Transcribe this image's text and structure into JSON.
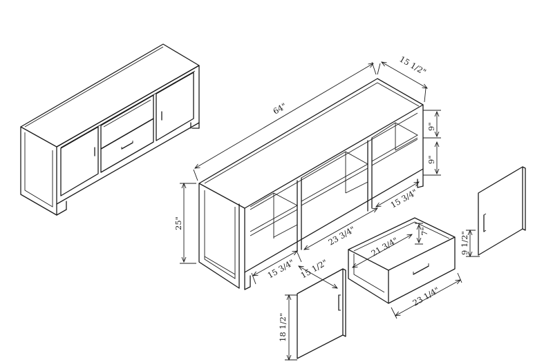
{
  "dimensions": {
    "overall_width": "64\"",
    "depth": "15 1/2\"",
    "shelf_height_upper": "9\"",
    "shelf_height_lower": "9\"",
    "overall_height": "25\"",
    "shelf_width_right": "15 3/4\"",
    "shelf_width_center": "23 3/4\"",
    "shelf_width_left": "15 3/4\"",
    "shelf_depth_left": "15 1/2\"",
    "drawer_interior_width": "21 3/4\"",
    "drawer_interior_height": "7\"",
    "drawer_front_width": "23 1/4\"",
    "door_height": "18 1/2\"",
    "door_width": "9 1/2\""
  }
}
